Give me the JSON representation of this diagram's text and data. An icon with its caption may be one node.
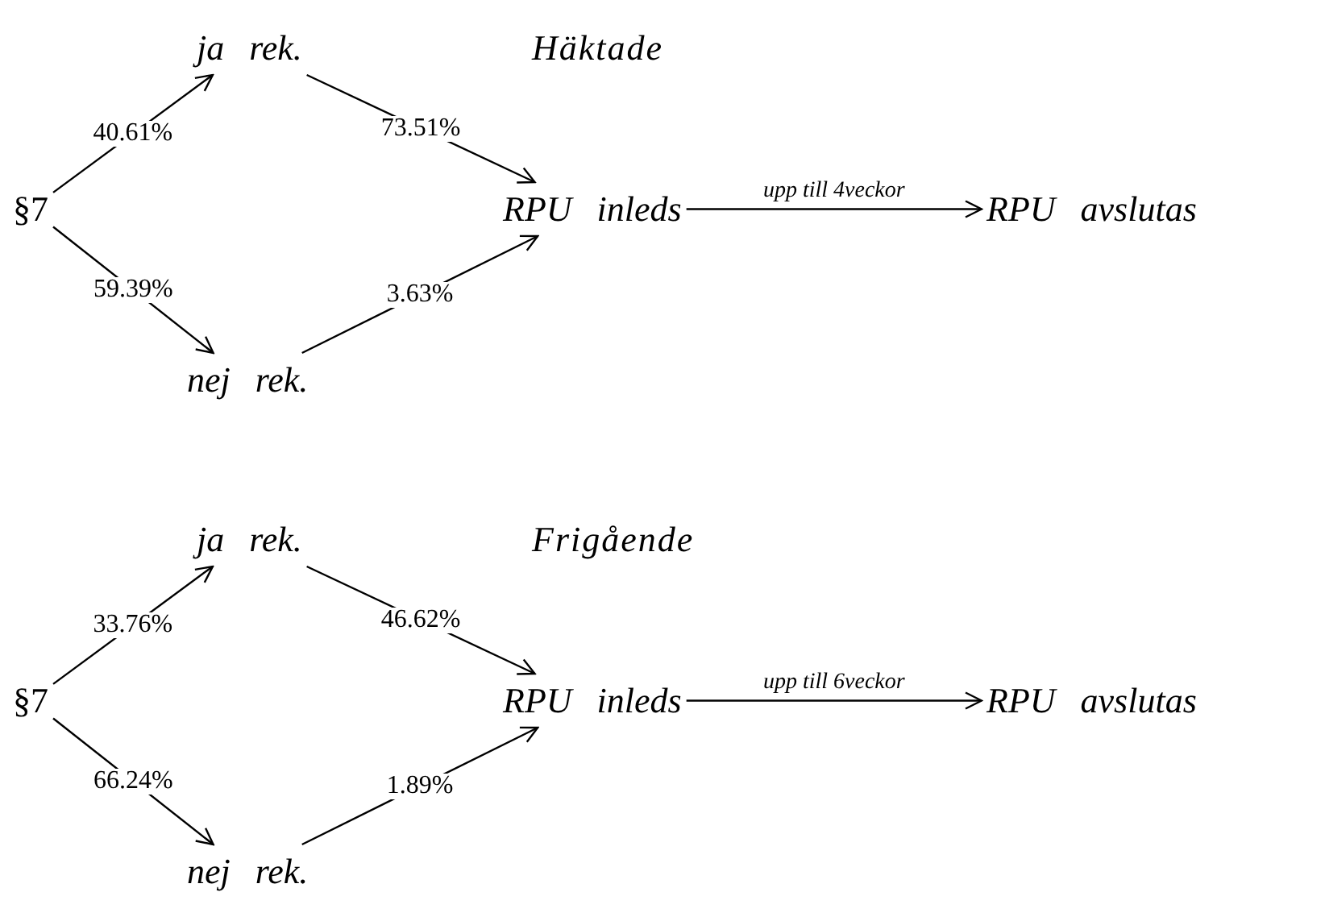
{
  "diagram": {
    "nodes": [
      {
        "text": [
          "§7"
        ]
      },
      {
        "text": [
          "ja rek."
        ]
      },
      {
        "text": [
          "nej rek."
        ]
      },
      {
        "text": [
          "RPU inleds"
        ]
      },
      {
        "text": [
          "RPU avslutas"
        ]
      },
      {
        "text": [
          "§7"
        ]
      },
      {
        "text": [
          "ja rek."
        ]
      },
      {
        "text": [
          "nej rek."
        ]
      },
      {
        "text": [
          "RPU inleds"
        ]
      },
      {
        "text": [
          "RPU avslutas"
        ]
      }
    ],
    "edges": [
      {
        "from": 0,
        "to": 1,
        "arrow": "to",
        "label": "40.61%"
      },
      {
        "from": 0,
        "to": 2,
        "arrow": "to",
        "label": "59.39%"
      },
      {
        "from": 1,
        "to": 3,
        "arrow": "to",
        "label": "73.51%"
      },
      {
        "from": 2,
        "to": 3,
        "arrow": "to",
        "label": "3.63%"
      },
      {
        "from": 3,
        "to": 4,
        "arrow": "to",
        "label": "upp till 4veckor"
      },
      {
        "from": 5,
        "to": 6,
        "arrow": "to",
        "label": "33.76%"
      },
      {
        "from": 5,
        "to": 7,
        "arrow": "to",
        "label": "66.24%"
      },
      {
        "from": 6,
        "to": 8,
        "arrow": "to",
        "label": "46.62%"
      },
      {
        "from": 7,
        "to": 8,
        "arrow": "to",
        "label": "1.89%"
      },
      {
        "from": 8,
        "to": 9,
        "arrow": "to",
        "label": "upp till 6veckor"
      }
    ],
    "labels": [
      "Häktade",
      "Frigående"
    ]
  }
}
